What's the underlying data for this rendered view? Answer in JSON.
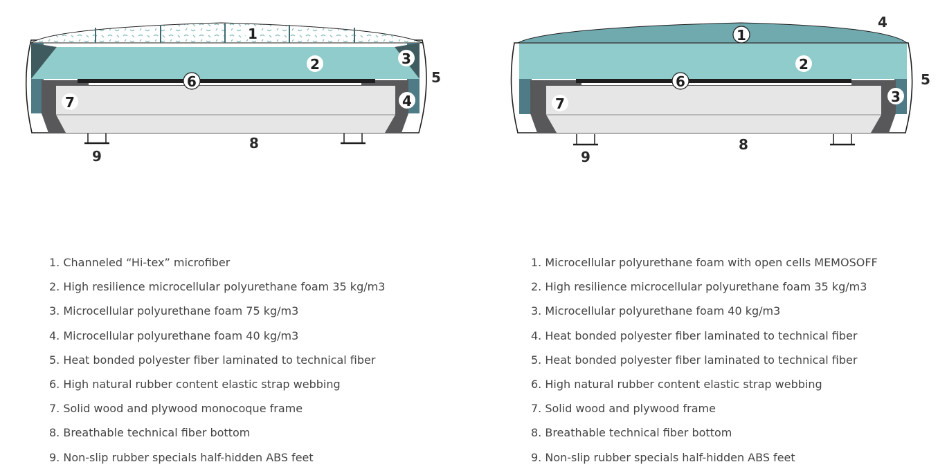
{
  "colors": {
    "foam_teal": "#8fcccb",
    "dark_teal": "#3f5b60",
    "side_blue": "#4e7b85",
    "frame_gray": "#58585a",
    "wood_light": "#e6e6e6",
    "microfiber_pattern": "#8fc2c1",
    "outline": "#1e1e1e"
  },
  "left": {
    "callouts": [
      "1",
      "2",
      "3",
      "4",
      "5",
      "6",
      "7",
      "8",
      "9"
    ],
    "legend": [
      "1. Channeled “Hi-tex” microfiber",
      "2. High resilience microcellular polyurethane foam 35 kg/m3",
      "3. Microcellular polyurethane foam 75 kg/m3",
      "4. Microcellular polyurethane foam 40 kg/m3",
      "5. Heat bonded polyester fiber laminated to technical fiber",
      "6. High natural rubber content elastic strap webbing",
      "7. Solid wood and plywood monocoque frame",
      "8. Breathable technical fiber bottom",
      "9. Non-slip rubber specials half-hidden ABS feet"
    ]
  },
  "right": {
    "callouts": [
      "1",
      "2",
      "3",
      "4",
      "5",
      "6",
      "7",
      "8",
      "9"
    ],
    "legend": [
      "1. Microcellular polyurethane foam with open cells MEMOSOFF",
      "2. High resilience microcellular polyurethane foam 35 kg/m3",
      "3. Microcellular polyurethane foam 40 kg/m3",
      "4. Heat bonded polyester fiber laminated to technical fiber",
      "5. Heat bonded polyester fiber laminated to technical fiber",
      "6. High natural rubber content elastic strap webbing",
      "7. Solid wood and plywood frame",
      "8. Breathable technical fiber bottom",
      "9. Non-slip rubber specials half-hidden ABS feet"
    ]
  }
}
